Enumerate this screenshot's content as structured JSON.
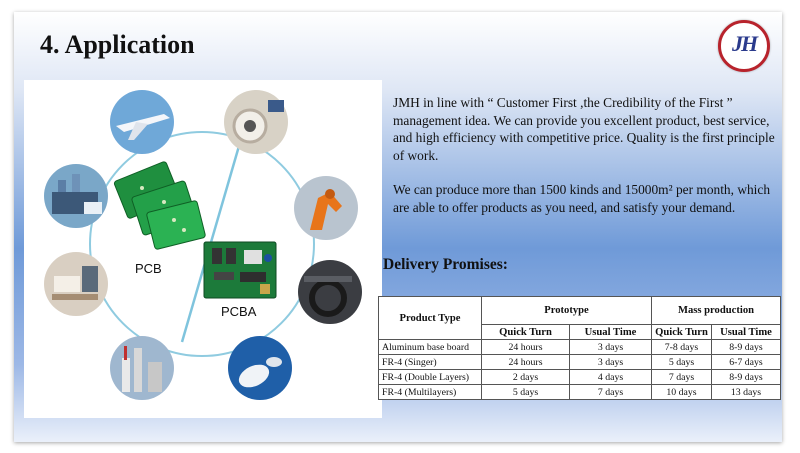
{
  "slide": {
    "title": "4. Application",
    "logo_text": "JH",
    "accent_color": "#b8232c"
  },
  "diagram": {
    "pcb_label": "PCB",
    "pcba_label": "PCBA",
    "application_icons": [
      "airplane-icon",
      "medical-scanner-icon",
      "robot-arm-icon",
      "car-dashboard-icon",
      "satellite-dish-icon",
      "power-plant-icon",
      "smart-home-icon",
      "smart-city-icon"
    ]
  },
  "intro": {
    "paragraph1": "JMH in line with “ Customer First ,the Credibility of the First ” management idea. We can provide you excellent product, best service, and high efficiency with competitive price. Quality is the first principle of work.",
    "paragraph2": "We can produce more than 1500 kinds and 15000m² per month, which are able to offer products as you need, and satisfy  your demand."
  },
  "delivery": {
    "heading": "Delivery Promises:",
    "header": {
      "product_type": "Product Type",
      "prototype": "Prototype",
      "mass_production": "Mass production",
      "quick_turn": "Quick Turn",
      "usual_time": "Usual Time"
    },
    "rows": [
      {
        "type": "Aluminum base board",
        "proto_quick": "24 hours",
        "proto_usual": "3 days",
        "mass_quick": "7-8 days",
        "mass_usual": "8-9 days"
      },
      {
        "type": "FR-4 (Singer)",
        "proto_quick": "24 hours",
        "proto_usual": "3 days",
        "mass_quick": "5 days",
        "mass_usual": "6-7 days"
      },
      {
        "type": "FR-4 (Double Layers)",
        "proto_quick": "2 days",
        "proto_usual": "4 days",
        "mass_quick": "7 days",
        "mass_usual": "8-9 days"
      },
      {
        "type": "FR-4 (Multilayers)",
        "proto_quick": "5 days",
        "proto_usual": "7 days",
        "mass_quick": "10 days",
        "mass_usual": "13 days"
      }
    ]
  }
}
